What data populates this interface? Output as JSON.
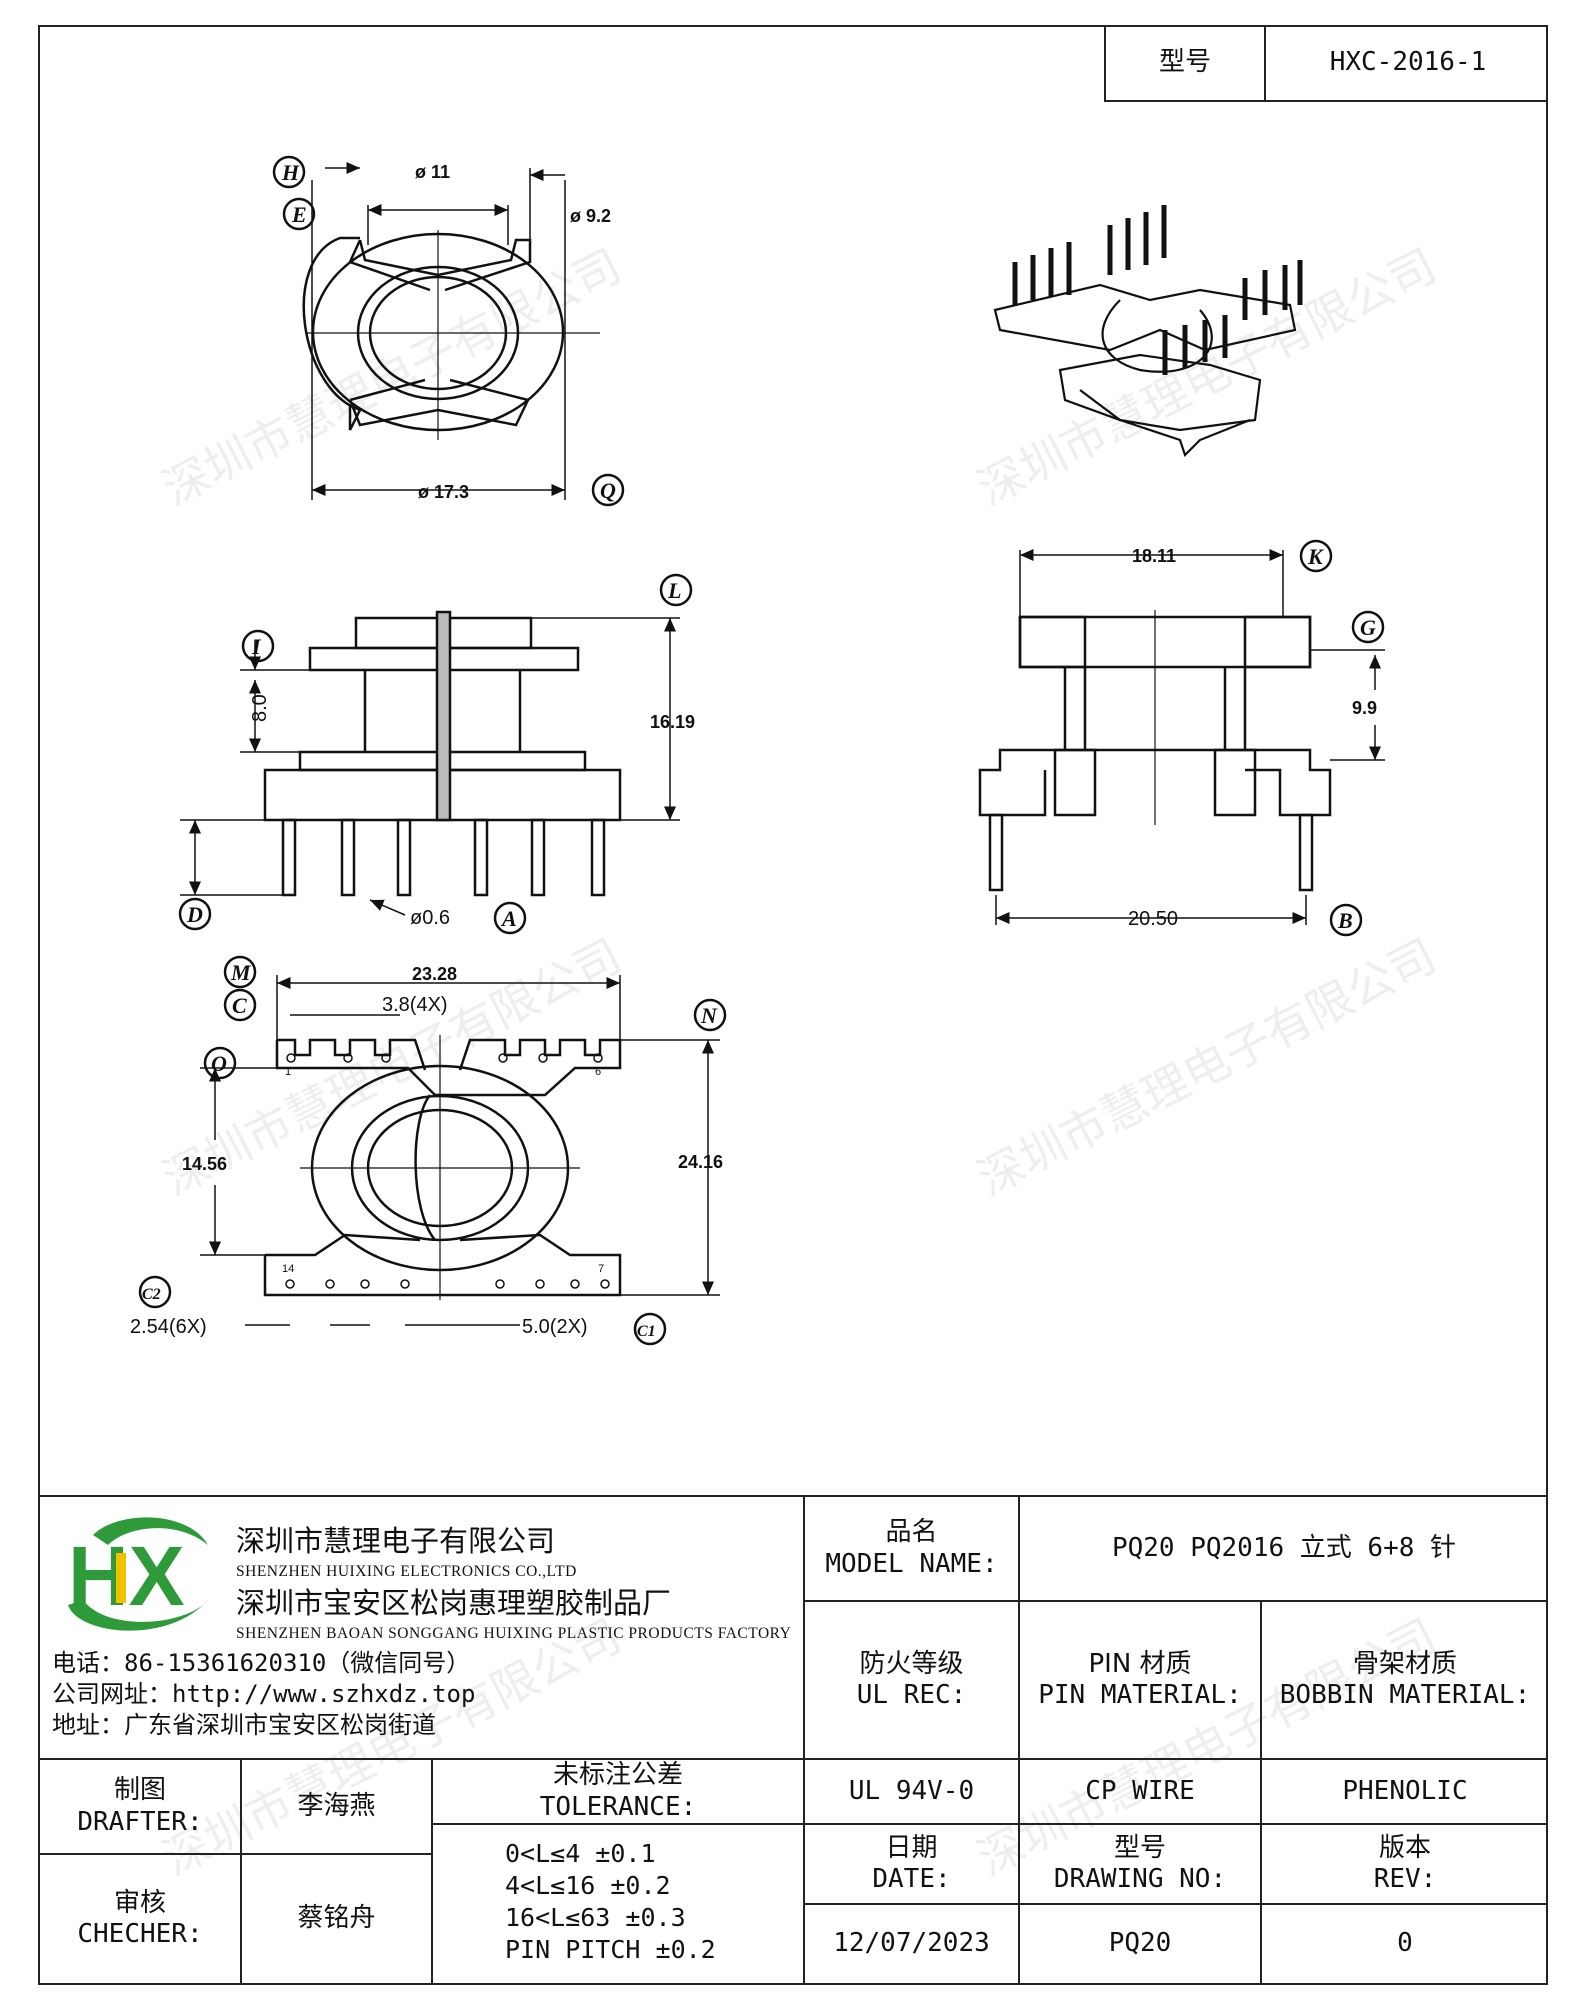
{
  "header": {
    "model_label": "型号",
    "model_value": "HXC-2016-1"
  },
  "drawing": {
    "top_view": {
      "h": "H",
      "e": "E",
      "q": "Q",
      "d_inner": "ø 11",
      "d_core": "ø 9.2",
      "d_outer": "ø 17.3"
    },
    "front_view": {
      "l": "L",
      "i": "I",
      "d": "D",
      "a": "A",
      "dim_8": "8.0",
      "dim_height": "16.19",
      "pin_d": "ø0.6"
    },
    "side_view": {
      "k": "K",
      "g": "G",
      "b": "B",
      "dim_width": "18.11",
      "dim_99": "9.9",
      "dim_base": "20.50"
    },
    "bottom_view": {
      "m": "M",
      "c": "C",
      "o": "O",
      "n": "N",
      "c2": "C2",
      "c1": "C1",
      "dim_width": "23.28",
      "dim_pitch4": "3.8(4X)",
      "dim_1456": "14.56",
      "dim_2416": "24.16",
      "dim_254": "2.54(6X)",
      "dim_50": "5.0(2X)",
      "pin1": "1",
      "pin6": "6",
      "pin14": "14",
      "pin7": "7"
    }
  },
  "watermark": "深圳市慧理电子有限公司",
  "company": {
    "logo_text": "HX",
    "name_cn": "深圳市慧理电子有限公司",
    "name_en": "SHENZHEN HUIXING ELECTRONICS CO.,LTD",
    "factory_cn": "深圳市宝安区松岗惠理塑胶制品厂",
    "factory_en": "SHENZHEN BAOAN SONGGANG HUIXING PLASTIC PRODUCTS FACTORY",
    "phone": "电话：86-15361620310（微信同号）",
    "website": "公司网址：http://www.szhxdz.top",
    "address": "地址：广东省深圳市宝安区松岗街道"
  },
  "titleblock": {
    "model_name_cn": "品名",
    "model_name_en": "MODEL NAME:",
    "model_name_value": "PQ20 PQ2016 立式 6+8 针",
    "ul_cn": "防火等级",
    "ul_en": "UL REC:",
    "pin_cn": "PIN 材质",
    "pin_en": "PIN MATERIAL:",
    "bobbin_cn": "骨架材质",
    "bobbin_en": "BOBBIN MATERIAL:",
    "ul_value": "UL 94V-0",
    "pin_value": "CP WIRE",
    "bobbin_value": "PHENOLIC",
    "drafter_cn": "制图",
    "drafter_en": "DRAFTER:",
    "drafter_value": "李海燕",
    "checker_cn": "审核",
    "checker_en": "CHECHER:",
    "checker_value": "蔡铭舟",
    "tol_cn": "未标注公差",
    "tol_en": "TOLERANCE:",
    "tol_lines": [
      "0<L≤4   ±0.1",
      "4<L≤16  ±0.2",
      "16<L≤63  ±0.3",
      "PIN PITCH  ±0.2"
    ],
    "date_cn": "日期",
    "date_en": "DATE:",
    "date_value": "12/07/2023",
    "drawing_cn": "型号",
    "drawing_en": "DRAWING NO:",
    "drawing_value": "PQ20",
    "rev_cn": "版本",
    "rev_en": "REV:",
    "rev_value": "0"
  }
}
